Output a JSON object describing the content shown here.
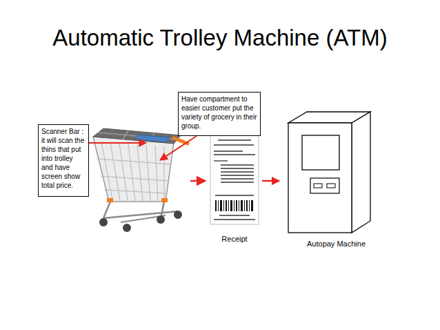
{
  "diagram": {
    "title": "Automatic Trolley Machine (ATM)",
    "nodes": [
      {
        "text": [
          "Have compartment to easier customer put the variety of grocery in their group."
        ]
      },
      {
        "text": [
          "Scanner Bar :",
          "it will scan the thins that put into trolley and have screen show total price."
        ]
      },
      {
        "text": [
          "Receipt"
        ]
      },
      {
        "text": [
          "Autopay Machine"
        ]
      }
    ],
    "edges": [
      {
        "from": 2,
        "to": 3,
        "arrow": "to"
      }
    ]
  }
}
